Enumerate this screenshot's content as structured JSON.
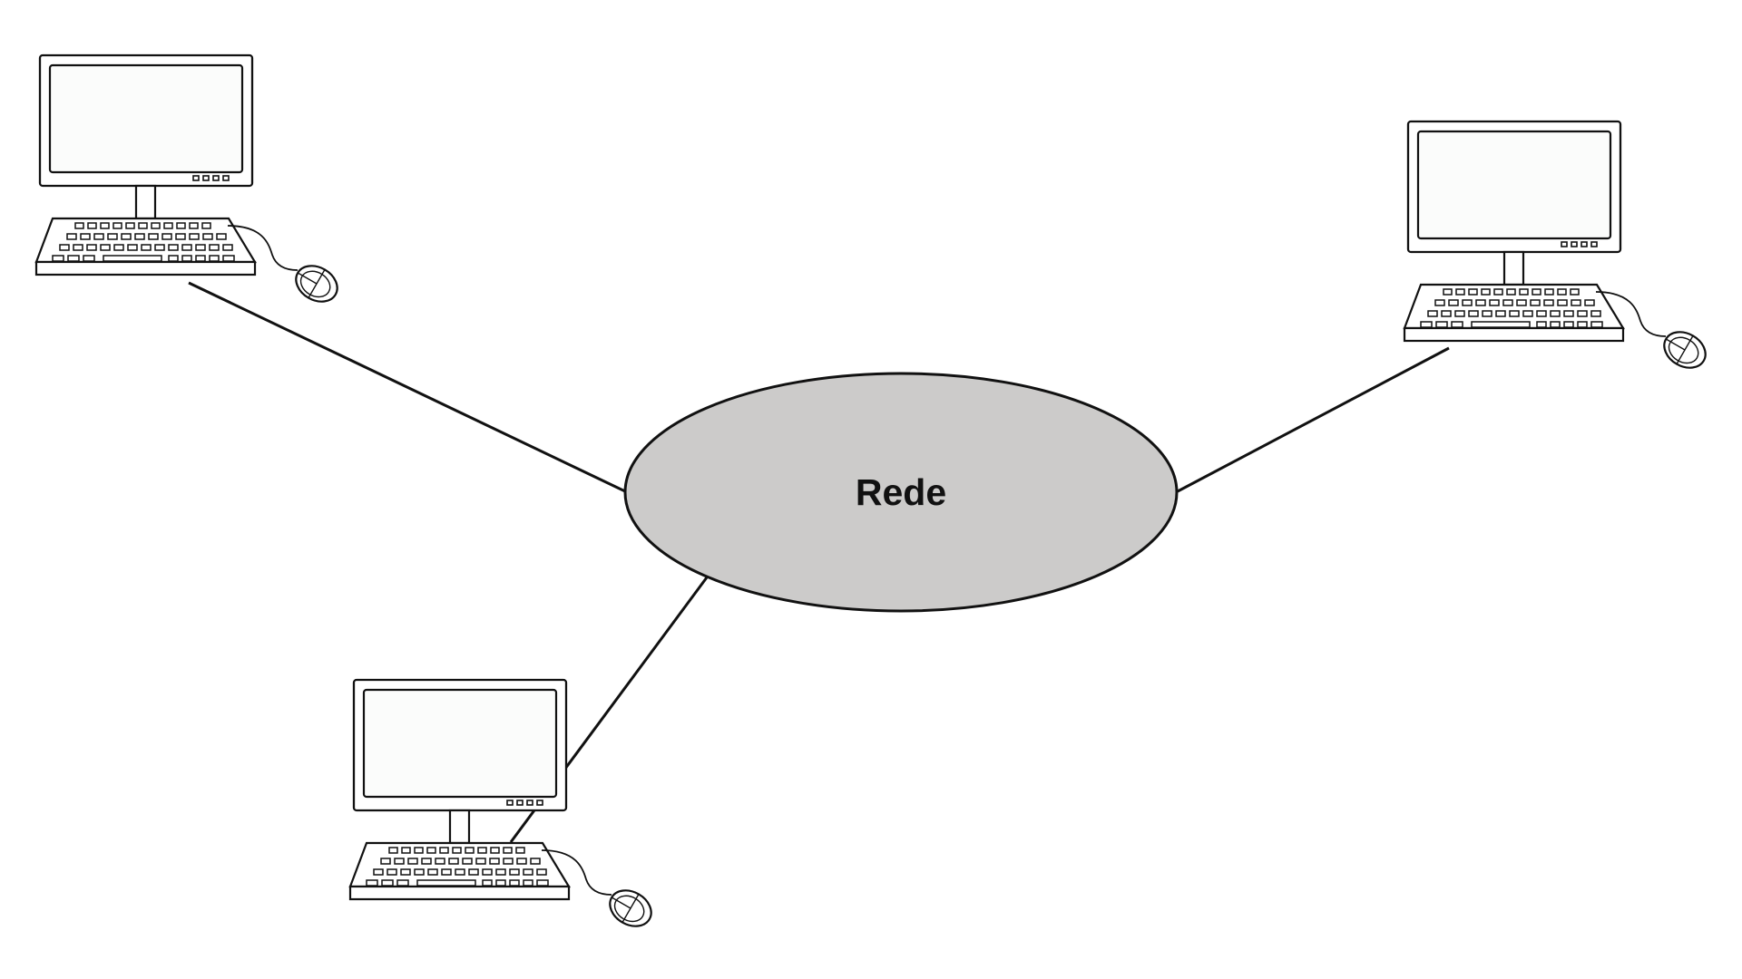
{
  "diagram": {
    "network": {
      "label": "Rede"
    },
    "computers": [
      {
        "id": "computer-top-left"
      },
      {
        "id": "computer-top-right"
      },
      {
        "id": "computer-bottom-left"
      }
    ]
  },
  "colors": {
    "line": "#111111",
    "network_fill": "#cccbca",
    "screen_fill": "#fbfcfb",
    "device_fill": "#ffffff"
  }
}
